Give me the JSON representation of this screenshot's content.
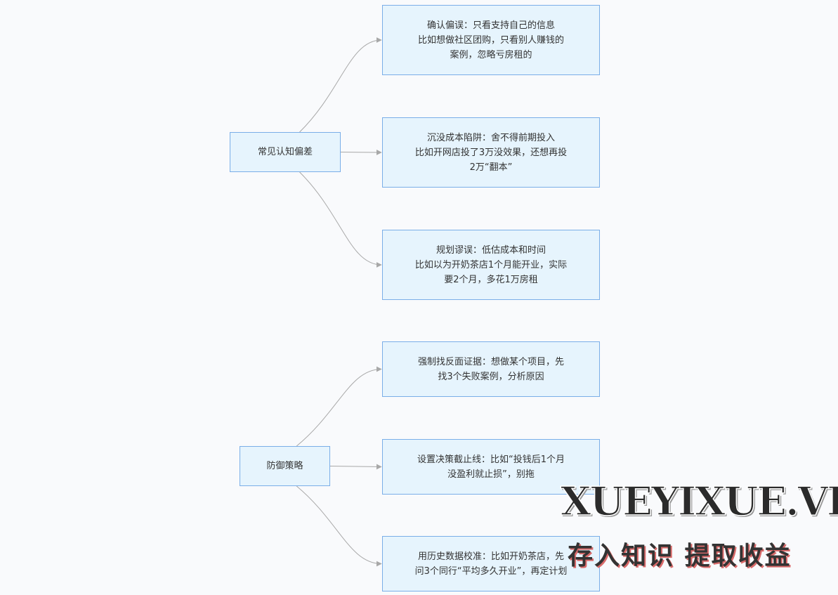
{
  "groups": [
    {
      "label": "常见认知偏差",
      "children": [
        {
          "lines": [
            "确认偏误：只看支持自己的信息",
            "比如想做社区团购，只看别人赚钱的",
            "案例，忽略亏房租的"
          ]
        },
        {
          "lines": [
            "沉没成本陷阱：舍不得前期投入",
            "比如开网店投了3万没效果，还想再投",
            "2万“翻本”"
          ]
        },
        {
          "lines": [
            "规划谬误：低估成本和时间",
            "比如以为开奶茶店1个月能开业，实际",
            "要2个月，多花1万房租"
          ]
        }
      ]
    },
    {
      "label": "防御策略",
      "children": [
        {
          "lines": [
            "强制找反面证据：想做某个项目，先",
            "找3个失败案例，分析原因"
          ]
        },
        {
          "lines": [
            "设置决策截止线：比如“投钱后1个月",
            "没盈利就止损”，别拖"
          ]
        },
        {
          "lines": [
            "用历史数据校准：比如开奶茶店，先",
            "问3个同行“平均多久开业”，再定计划"
          ]
        }
      ]
    }
  ],
  "watermark": {
    "domain": "XUEYIXUE.VIP",
    "slogan": "存入知识 提取收益"
  },
  "colors": {
    "node_fill": "#e6f4fd",
    "node_border": "#7aaee8",
    "edge": "#a8a8a8",
    "text": "#333333",
    "background": "#f9fafc"
  }
}
